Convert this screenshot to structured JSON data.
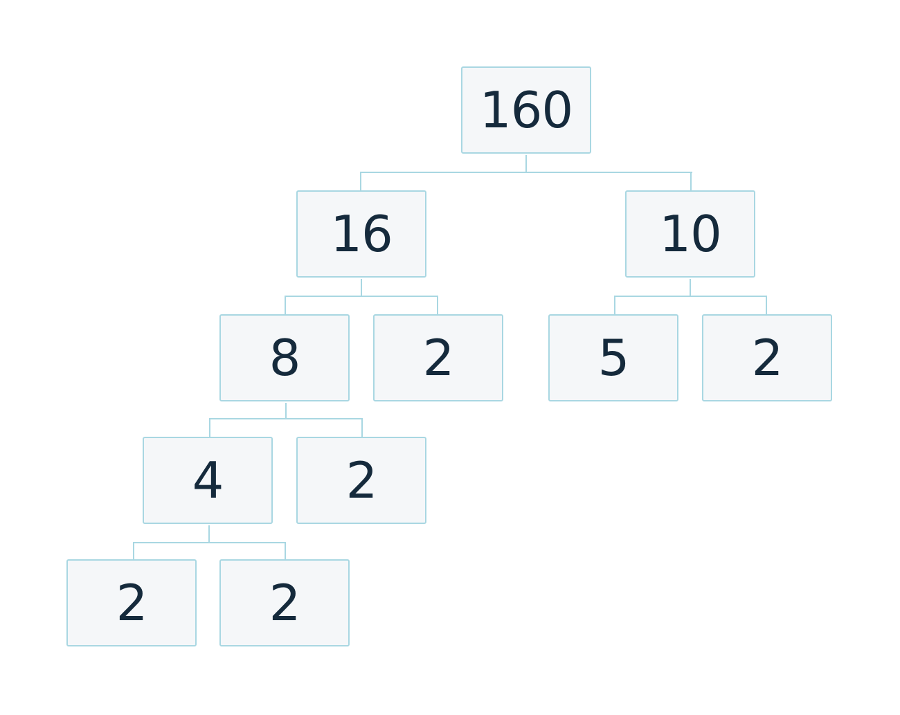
{
  "tree": {
    "style": {
      "line_color": "#a9d7e2",
      "box_fill": "#f5f7f9",
      "text_color": "#152a3c"
    },
    "nodes": {
      "root": "160",
      "l1_left": "16",
      "l1_right": "10",
      "l2_a": "8",
      "l2_b": "2",
      "l2_c": "5",
      "l2_d": "2",
      "l3_a": "4",
      "l3_b": "2",
      "l4_a": "2",
      "l4_b": "2"
    }
  }
}
